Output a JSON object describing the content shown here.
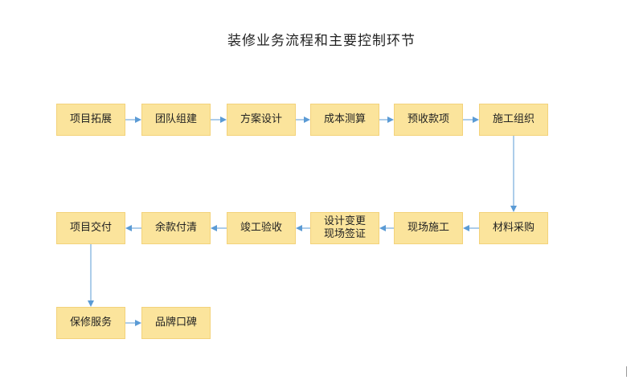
{
  "title": "装修业务流程和主要控制环节",
  "nodes": [
    {
      "id": "n1",
      "lines": [
        "项目拓展"
      ]
    },
    {
      "id": "n2",
      "lines": [
        "团队组建"
      ]
    },
    {
      "id": "n3",
      "lines": [
        "方案设计"
      ]
    },
    {
      "id": "n4",
      "lines": [
        "成本测算"
      ]
    },
    {
      "id": "n5",
      "lines": [
        "预收款项"
      ]
    },
    {
      "id": "n6",
      "lines": [
        "施工组织"
      ]
    },
    {
      "id": "n7",
      "lines": [
        "材料采购"
      ]
    },
    {
      "id": "n8",
      "lines": [
        "现场施工"
      ]
    },
    {
      "id": "n9",
      "lines": [
        "设计变更",
        "现场签证"
      ]
    },
    {
      "id": "n10",
      "lines": [
        "竣工验收"
      ]
    },
    {
      "id": "n11",
      "lines": [
        "余款付清"
      ]
    },
    {
      "id": "n12",
      "lines": [
        "项目交付"
      ]
    },
    {
      "id": "n13",
      "lines": [
        "保修服务"
      ]
    },
    {
      "id": "n14",
      "lines": [
        "品牌口碑"
      ]
    }
  ],
  "edges": [
    {
      "from": "n1",
      "to": "n2"
    },
    {
      "from": "n2",
      "to": "n3"
    },
    {
      "from": "n3",
      "to": "n4"
    },
    {
      "from": "n4",
      "to": "n5"
    },
    {
      "from": "n5",
      "to": "n6"
    },
    {
      "from": "n6",
      "to": "n7"
    },
    {
      "from": "n7",
      "to": "n8"
    },
    {
      "from": "n8",
      "to": "n9"
    },
    {
      "from": "n9",
      "to": "n10"
    },
    {
      "from": "n10",
      "to": "n11"
    },
    {
      "from": "n11",
      "to": "n12"
    },
    {
      "from": "n12",
      "to": "n13"
    },
    {
      "from": "n13",
      "to": "n14"
    }
  ],
  "colors": {
    "box_fill": "#fbe49c",
    "box_border": "#f3d27a",
    "arrow": "#5b9bd5",
    "text": "#222222"
  }
}
